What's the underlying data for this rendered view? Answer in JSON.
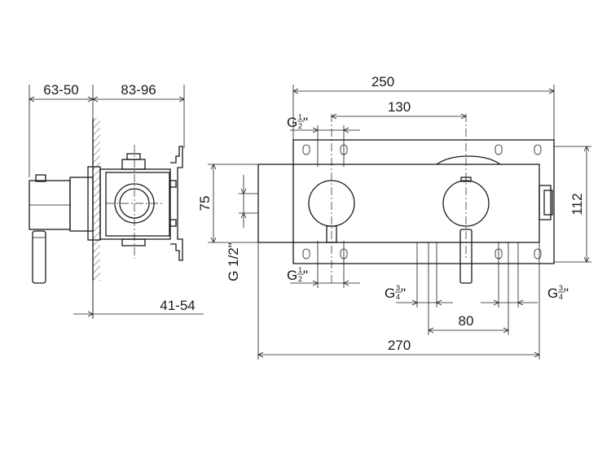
{
  "dimensions": {
    "side_depth": "63-50",
    "side_body": "83-96",
    "side_recess": "41-54",
    "width_250": "250",
    "spacing_130": "130",
    "height_75": "75",
    "height_112": "112",
    "outlet_spacing_80": "80",
    "plate_width_270": "270"
  },
  "threads": {
    "top_g": "G",
    "top_num": "1",
    "top_den": "2",
    "top_q": "\"",
    "bottom_g": "G",
    "bottom_num": "1",
    "bottom_den": "2",
    "bottom_q": "\"",
    "left_out_g": "G",
    "left_out_num": "3",
    "left_out_den": "4",
    "left_out_q": "\"",
    "right_out_g": "G",
    "right_out_num": "3",
    "right_out_den": "4",
    "right_out_q": "\"",
    "inlet": "G 1/2\""
  }
}
